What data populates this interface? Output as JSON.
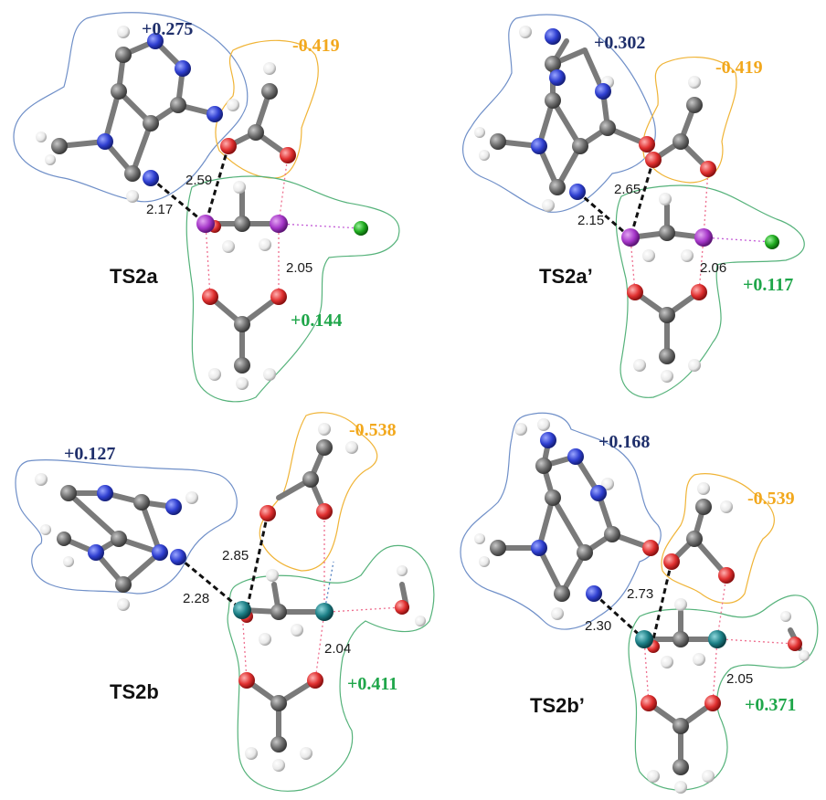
{
  "panels": [
    {
      "key": "tl",
      "ts_label": "TS2a",
      "charges": {
        "nucleobase": "+0.275",
        "acetate_top": "-0.419",
        "sugar": "+0.144"
      },
      "distances": {
        "d1": "2.17",
        "d2": "2.59",
        "d3": "2.05"
      }
    },
    {
      "key": "tr",
      "ts_label": "TS2a’",
      "charges": {
        "nucleobase": "+0.302",
        "acetate_top": "-0.419",
        "sugar": "+0.117"
      },
      "distances": {
        "d1": "2.15",
        "d2": "2.65",
        "d3": "2.06"
      }
    },
    {
      "key": "bl",
      "ts_label": "TS2b",
      "charges": {
        "nucleobase": "+0.127",
        "acetate_top": "-0.538",
        "sugar": "+0.411"
      },
      "distances": {
        "d1": "2.28",
        "d2": "2.85",
        "d3": "2.04"
      }
    },
    {
      "key": "br",
      "ts_label": "TS2b’",
      "charges": {
        "nucleobase": "+0.168",
        "acetate_top": "-0.539",
        "sugar": "+0.371"
      },
      "distances": {
        "d1": "2.30",
        "d2": "2.73",
        "d3": "2.05"
      }
    }
  ],
  "colors": {
    "carbon": "#6e6e6e",
    "nitrogen": "#2f3fd0",
    "oxygen": "#e03030",
    "hydrogen": "#e8e8e8",
    "iodine": "#a637c9",
    "chlorine": "#1faa1f",
    "transition_atom": "#1c7f86",
    "charge_nucleobase": "#1f2f6b",
    "charge_acetate": "#f2a81d",
    "charge_sugar": "#1fa64a"
  }
}
